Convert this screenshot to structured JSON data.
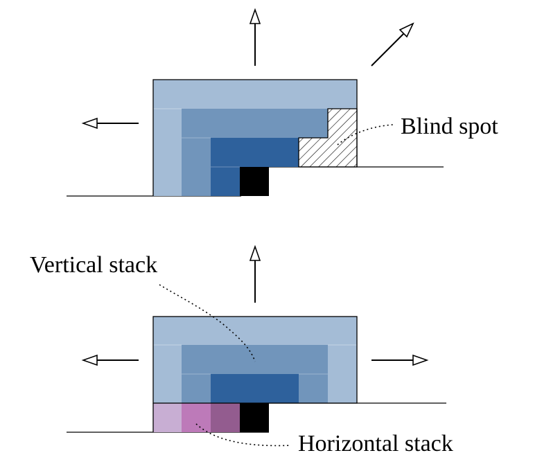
{
  "labels": {
    "blind_spot": "Blind spot",
    "vertical_stack": "Vertical stack",
    "horizontal_stack": "Horizontal stack"
  },
  "colors": {
    "layer_light": "#a4bcd6",
    "layer_mid": "#7195bb",
    "layer_dark": "#2e619c",
    "core": "#000000",
    "pink_light": "#c8aed3",
    "pink_mid": "#bd7ab9",
    "pink_dark": "#935c8f",
    "outline": "#000000"
  }
}
